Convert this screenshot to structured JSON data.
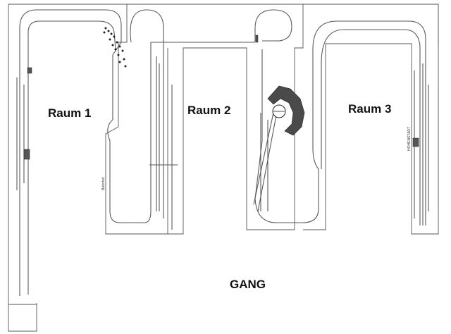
{
  "rooms": {
    "raum1": "Raum 1",
    "raum2": "Raum 2",
    "raum3": "Raum 3",
    "gang": "GANG"
  },
  "labels": {
    "raum1_side": "Bahnhof",
    "raum3_station": "HOHENSTADT"
  },
  "colors": {
    "wall": "#555555",
    "track": "#5a5a5a",
    "turntable": "#4a4a4a",
    "text": "#111111"
  }
}
